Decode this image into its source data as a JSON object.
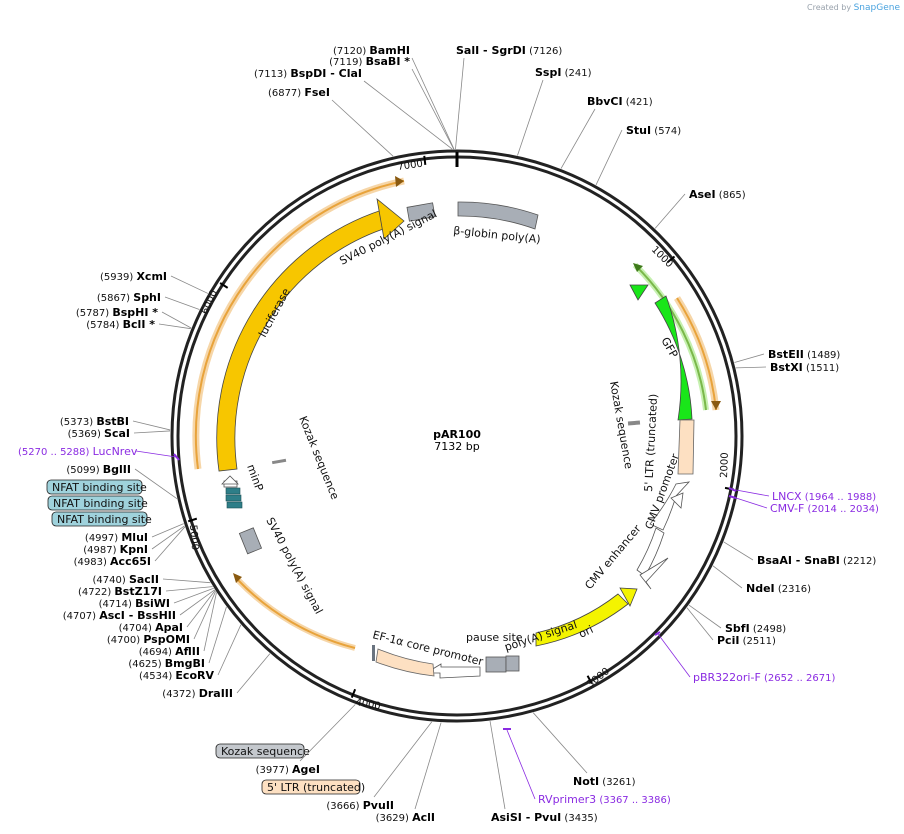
{
  "credit": {
    "prefix": "Created by",
    "brand": "SnapGene"
  },
  "plasmid": {
    "name": "pAR100",
    "size": "7132 bp",
    "total": 7132
  },
  "ticks": [
    {
      "bp": 1000,
      "label": "1000"
    },
    {
      "bp": 2000,
      "label": "2000"
    },
    {
      "bp": 3000,
      "label": "3000"
    },
    {
      "bp": 4000,
      "label": "4000"
    },
    {
      "bp": 5000,
      "label": "5000"
    },
    {
      "bp": 6000,
      "label": "6000"
    },
    {
      "bp": 7000,
      "label": "7000"
    }
  ],
  "enzymes": [
    {
      "name": "BamHI",
      "pos": "(7120)",
      "bp": 7120
    },
    {
      "name": "BsaBI",
      "suffix": "*",
      "pos": "(7119)",
      "bp": 7119
    },
    {
      "name": "BspDI",
      "name2": "ClaI",
      "pos": "(7113)",
      "bp": 7113
    },
    {
      "name": "FseI",
      "pos": "(6877)",
      "bp": 6877
    },
    {
      "name": "SalI",
      "name2": "SgrDI",
      "pos": "(7126)",
      "bp": 7126
    },
    {
      "name": "SspI",
      "pos": "(241)",
      "bp": 241
    },
    {
      "name": "BbvCI",
      "pos": "(421)",
      "bp": 421
    },
    {
      "name": "StuI",
      "pos": "(574)",
      "bp": 574
    },
    {
      "name": "AseI",
      "pos": "(865)",
      "bp": 865
    },
    {
      "name": "BstEII",
      "pos": "(1489)",
      "bp": 1489
    },
    {
      "name": "BstXI",
      "pos": "(1511)",
      "bp": 1511
    },
    {
      "name": "BsaAI",
      "name2": "SnaBI",
      "pos": "(2212)",
      "bp": 2212
    },
    {
      "name": "NdeI",
      "pos": "(2316)",
      "bp": 2316
    },
    {
      "name": "SbfI",
      "pos": "(2498)",
      "bp": 2498
    },
    {
      "name": "PciI",
      "pos": "(2511)",
      "bp": 2511
    },
    {
      "name": "NotI",
      "pos": "(3261)",
      "bp": 3261
    },
    {
      "name": "AsiSI",
      "name2": "PvuI",
      "pos": "(3435)",
      "bp": 3435
    },
    {
      "name": "AclI",
      "pos": "(3629)",
      "bp": 3629
    },
    {
      "name": "PvuII",
      "pos": "(3666)",
      "bp": 3666
    },
    {
      "name": "AgeI",
      "pos": "(3977)",
      "bp": 3977
    },
    {
      "name": "DraIII",
      "pos": "(4372)",
      "bp": 4372
    },
    {
      "name": "EcoRV",
      "pos": "(4534)",
      "bp": 4534
    },
    {
      "name": "BmgBI",
      "pos": "(4625)",
      "bp": 4625
    },
    {
      "name": "AflII",
      "pos": "(4694)",
      "bp": 4694
    },
    {
      "name": "PspOMI",
      "pos": "(4700)",
      "bp": 4700
    },
    {
      "name": "ApaI",
      "pos": "(4704)",
      "bp": 4704
    },
    {
      "name": "AscI",
      "name2": "BssHII",
      "pos": "(4707)",
      "bp": 4707
    },
    {
      "name": "BsiWI",
      "pos": "(4714)",
      "bp": 4714
    },
    {
      "name": "BstZ17I",
      "pos": "(4722)",
      "bp": 4722
    },
    {
      "name": "SacII",
      "pos": "(4740)",
      "bp": 4740
    },
    {
      "name": "Acc65I",
      "pos": "(4983)",
      "bp": 4983
    },
    {
      "name": "KpnI",
      "pos": "(4987)",
      "bp": 4987
    },
    {
      "name": "MluI",
      "pos": "(4997)",
      "bp": 4997
    },
    {
      "name": "BglII",
      "pos": "(5099)",
      "bp": 5099
    },
    {
      "name": "ScaI",
      "pos": "(5369)",
      "bp": 5369
    },
    {
      "name": "BstBI",
      "pos": "(5373)",
      "bp": 5373
    },
    {
      "name": "BclI",
      "suffix": "*",
      "pos": "(5784)",
      "bp": 5784
    },
    {
      "name": "BspHI",
      "suffix": "*",
      "pos": "(5787)",
      "bp": 5787
    },
    {
      "name": "SphI",
      "pos": "(5867)",
      "bp": 5867
    },
    {
      "name": "XcmI",
      "pos": "(5939)",
      "bp": 5939
    }
  ],
  "primers": [
    {
      "name": "LucNrev",
      "range": "(5270 .. 5288)"
    },
    {
      "name": "LNCX",
      "range": "(1964 .. 1988)"
    },
    {
      "name": "CMV-F",
      "range": "(2014 .. 2034)"
    },
    {
      "name": "pBR322ori-F",
      "range": "(2652 .. 2671)"
    },
    {
      "name": "RVprimer3",
      "range": "(3367 .. 3386)"
    }
  ],
  "features": {
    "luciferase": "luciferase",
    "sv40_top": "SV40 poly(A) signal",
    "betaglobin": "β-globin poly(A)",
    "gfp": "GFP",
    "kozak_right": "Kozak sequence",
    "ltr_trunc": "5' LTR (truncated)",
    "cmv_promoter": "CMV promoter",
    "cmv_enhancer": "CMV enhancer",
    "ori": "ori",
    "polya_signal": "poly(A) signal",
    "pause_site": "pause site",
    "ef1a": "EF-1α core promoter",
    "sv40_bottom": "SV40 poly(A) signal",
    "minp": "minP",
    "kozak_left": "Kozak sequence"
  },
  "boxed_labels": {
    "nfat": [
      "NFAT binding site",
      "NFAT binding site",
      "NFAT binding site"
    ],
    "kozak_bottom": "Kozak sequence",
    "ltr_bottom": "5' LTR (truncated)"
  },
  "colors": {
    "luciferase": "#f7c600",
    "gfp": "#19e619",
    "ori": "#f4f400",
    "ltr": "#fde0c2",
    "grey": "#a8aeb6",
    "nfat": "#9fd2dc",
    "primer": "#8a2be2",
    "orf": "#e8a33b"
  }
}
